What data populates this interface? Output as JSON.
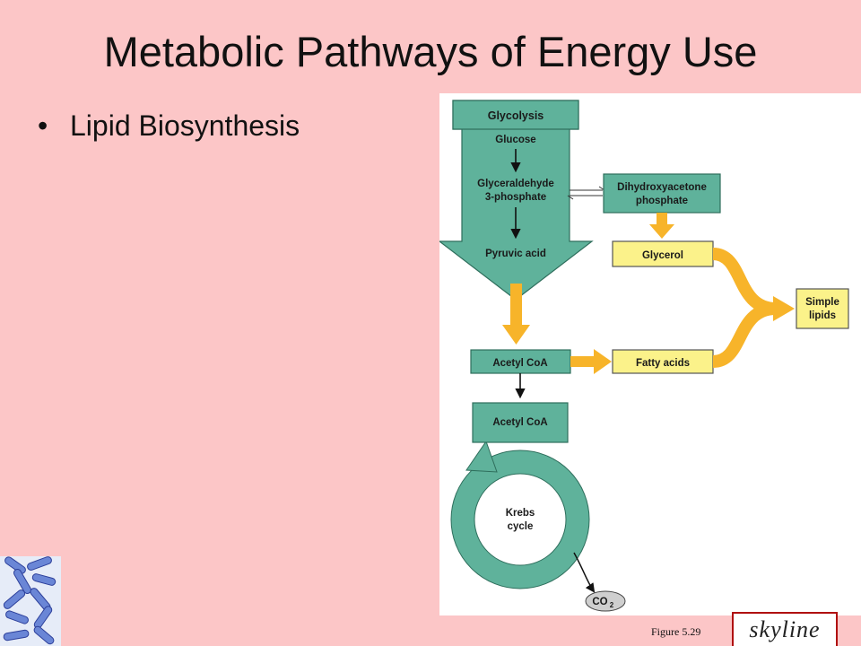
{
  "slide": {
    "title": "Metabolic Pathways of Energy Use",
    "bullet": "Lipid Biosynthesis",
    "figure_label": "Figure 5.29",
    "logo_text": "skyline"
  },
  "diagram": {
    "glycolysis": "Glycolysis",
    "glucose": "Glucose",
    "g3p_line1": "Glyceraldehyde",
    "g3p_line2": "3-phosphate",
    "pyruvic": "Pyruvic acid",
    "dhap_line1": "Dihydroxyacetone",
    "dhap_line2": "phosphate",
    "glycerol": "Glycerol",
    "simple_line1": "Simple",
    "simple_line2": "lipids",
    "acetyl1": "Acetyl CoA",
    "fatty": "Fatty acids",
    "acetyl2": "Acetyl CoA",
    "krebs_line1": "Krebs",
    "krebs_line2": "cycle",
    "co2": "CO",
    "co2_sub": "2"
  },
  "colors": {
    "background": "#fcc6c7",
    "teal": "#5fb29b",
    "yellow": "#fbf28a",
    "orange": "#f7b42a"
  }
}
